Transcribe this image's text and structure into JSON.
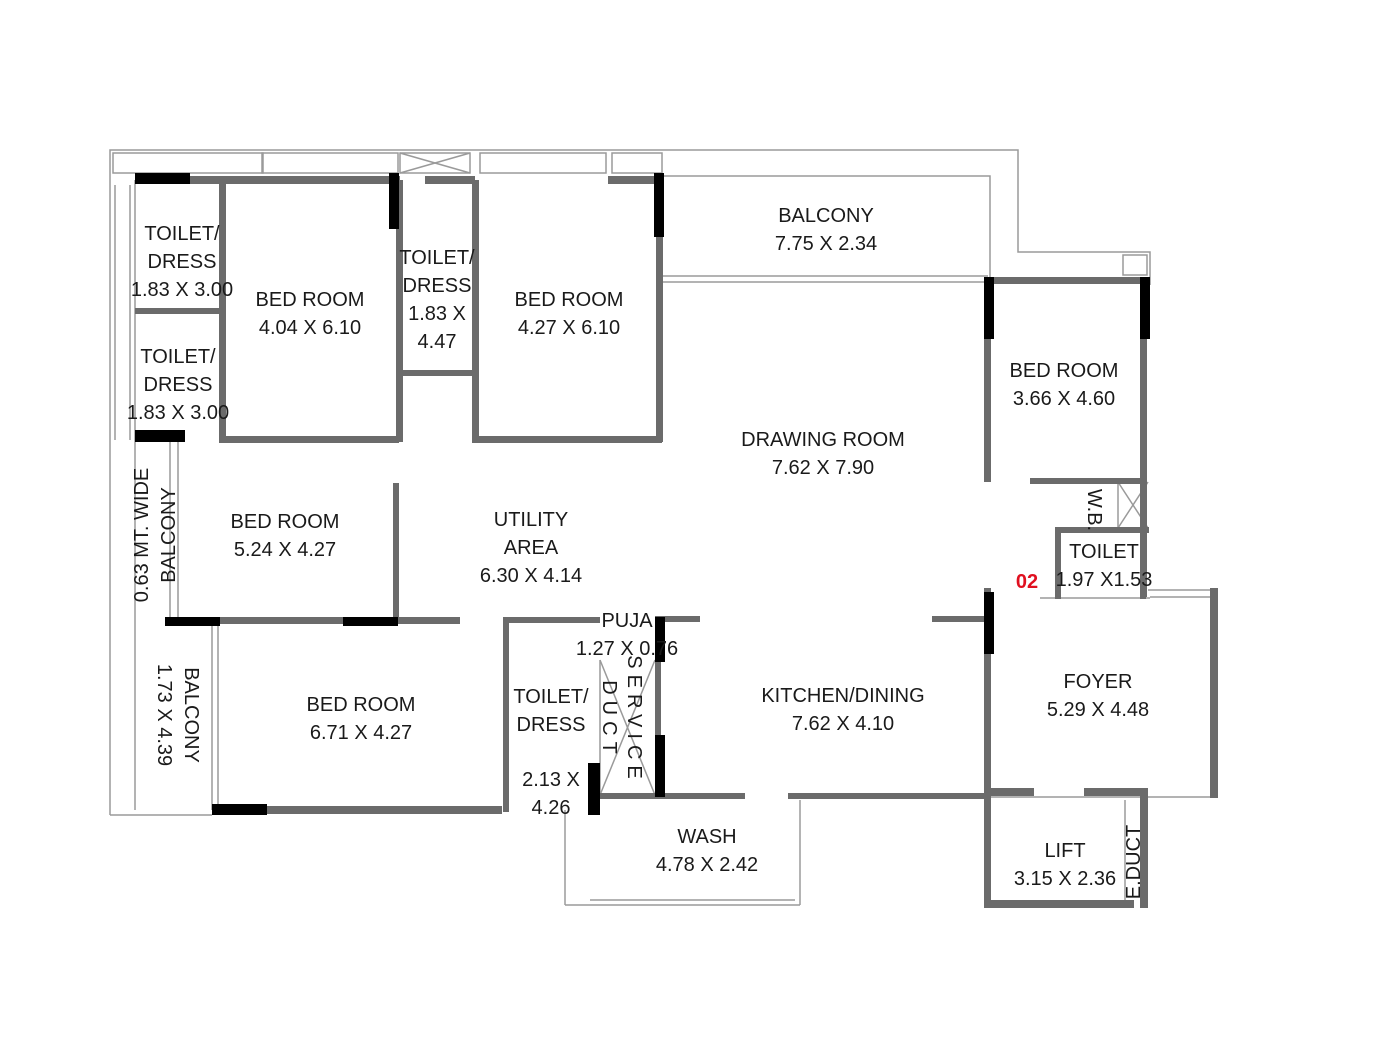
{
  "plan": {
    "unit_number": "02",
    "unit_color": "#e01020",
    "wall_color": "#6b6b6b",
    "column_color": "#000000"
  },
  "rooms": {
    "toilet_dress_1": {
      "l1": "TOILET/",
      "l2": "DRESS",
      "dim": "1.83 X 3.00"
    },
    "toilet_dress_2": {
      "l1": "TOILET/",
      "l2": "DRESS",
      "dim": "1.83 X 3.00"
    },
    "bed_room_1": {
      "name": "BED ROOM",
      "dim": "4.04 X 6.10"
    },
    "toilet_dress_3": {
      "l1": "TOILET/",
      "l2": "DRESS",
      "l3": "1.83 X",
      "l4": "4.47"
    },
    "bed_room_2": {
      "name": "BED ROOM",
      "dim": "4.27 X 6.10"
    },
    "balcony_top": {
      "name": "BALCONY",
      "dim": "7.75 X 2.34"
    },
    "bed_room_3": {
      "name": "BED ROOM",
      "dim": "3.66 X 4.60"
    },
    "drawing_room": {
      "name": "DRAWING ROOM",
      "dim": "7.62 X 7.90"
    },
    "wide_balcony": {
      "l1": "0.63 MT. WIDE",
      "l2": "BALCONY"
    },
    "bed_room_4": {
      "name": "BED ROOM",
      "dim": "5.24 X 4.27"
    },
    "utility_area": {
      "l1": "UTILITY",
      "l2": "AREA",
      "dim": "6.30 X 4.14"
    },
    "wb": {
      "name": "W.B."
    },
    "toilet": {
      "name": "TOILET",
      "dim": "1.97 X1.53"
    },
    "puja": {
      "name": "PUJA",
      "dim": "1.27 X 0.76"
    },
    "balcony_left": {
      "name": "BALCONY",
      "dim": "1.73 X 4.39"
    },
    "bed_room_5": {
      "name": "BED ROOM",
      "dim": "6.71 X 4.27"
    },
    "toilet_dress_4": {
      "l1": "TOILET/",
      "l2": "DRESS",
      "l3": "2.13 X",
      "l4": "4.26"
    },
    "service_duct": {
      "l1": "SERVICE",
      "l2": "DUCT"
    },
    "kitchen_dining": {
      "name": "KITCHEN/DINING",
      "dim": "7.62 X 4.10"
    },
    "foyer": {
      "name": "FOYER",
      "dim": "5.29 X 4.48"
    },
    "wash": {
      "name": "WASH",
      "dim": "4.78 X 2.42"
    },
    "lift": {
      "name": "LIFT",
      "dim": "3.15 X 2.36"
    },
    "e_duct": {
      "name": "E.DUCT"
    }
  }
}
